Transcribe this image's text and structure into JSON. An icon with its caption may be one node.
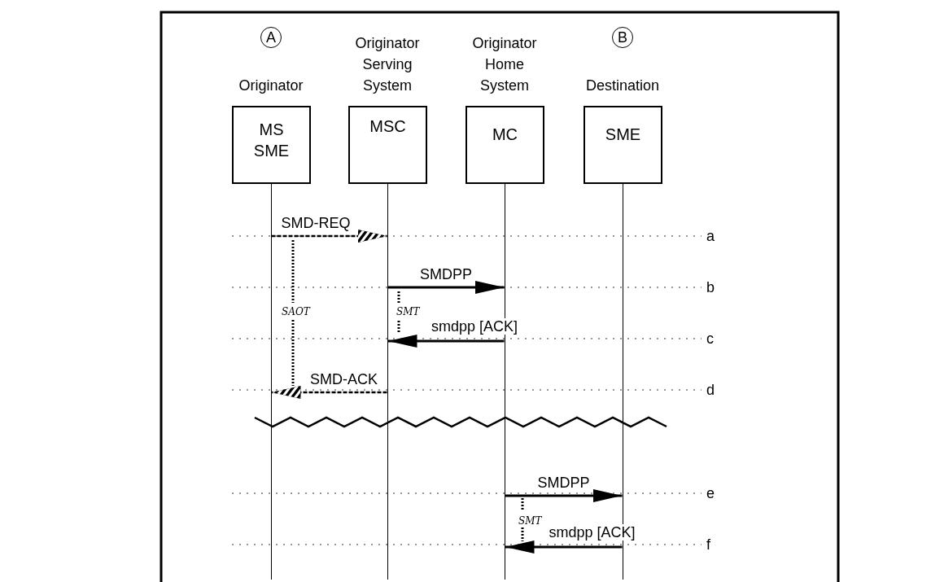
{
  "diagram": {
    "nodes": [
      {
        "text": [
          "A"
        ]
      },
      {
        "text": [
          "B"
        ]
      },
      {
        "text": [
          "Originator",
          "MS SME"
        ]
      },
      {
        "text": [
          "Originator Serving System",
          "MSC"
        ]
      },
      {
        "text": [
          "Originator Home System",
          "MC"
        ]
      },
      {
        "text": [
          "Destination",
          "SME"
        ]
      }
    ],
    "edges": [
      {
        "from": 2,
        "to": 3,
        "arrow": "to",
        "label": "SMD-REQ",
        "style": "dashed"
      },
      {
        "from": 3,
        "to": 4,
        "arrow": "to",
        "label": "SMDPP"
      },
      {
        "from": 4,
        "to": 3,
        "arrow": "to",
        "label": "smdpp [ACK]"
      },
      {
        "from": 3,
        "to": 2,
        "arrow": "to",
        "label": "SMD-ACK",
        "style": "dashed"
      },
      {
        "from": 4,
        "to": 5,
        "arrow": "to",
        "label": "SMDPP"
      },
      {
        "from": 5,
        "to": 4,
        "arrow": "to",
        "label": "smdpp [ACK]"
      }
    ],
    "labels": [
      "a",
      "b",
      "SAOT",
      "SMT",
      "c",
      "d",
      "e",
      "SMT",
      "f"
    ]
  }
}
